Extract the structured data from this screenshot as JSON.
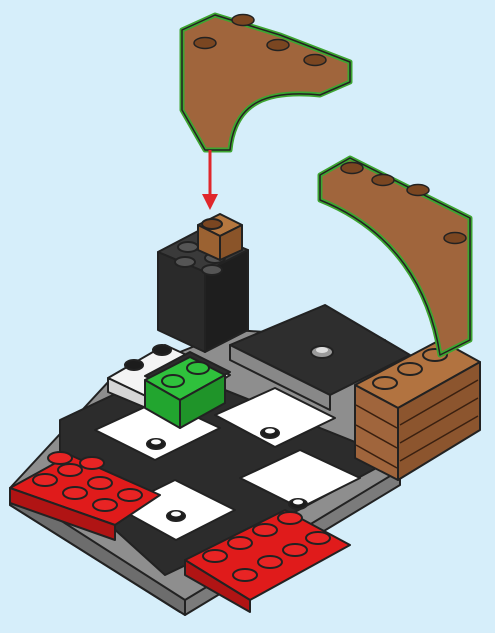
{
  "background_color": "#d6eefa",
  "instruction_step": {
    "action": "attach-arch-to-brick",
    "arrow_color": "#e0262b",
    "highlight_color": "#3da531"
  },
  "colors": {
    "tan": "#a0653c",
    "black": "#2a2a2a",
    "white": "#ffffff",
    "red": "#e01b1b",
    "green": "#2fc13c",
    "grey": "#9a9a9a"
  },
  "parts": [
    {
      "id": "arch-new",
      "color_name": "tan",
      "state": "being-added"
    },
    {
      "id": "arch-right",
      "color_name": "tan",
      "state": "placed"
    },
    {
      "id": "brick-wall",
      "color_name": "tan",
      "state": "placed"
    },
    {
      "id": "black-tower",
      "color_name": "black",
      "state": "placed"
    },
    {
      "id": "green-brick",
      "color_name": "green",
      "state": "placed"
    },
    {
      "id": "red-plate-left",
      "color_name": "red",
      "state": "placed"
    },
    {
      "id": "red-plate-right",
      "color_name": "red",
      "state": "placed"
    },
    {
      "id": "checkerboard-floor",
      "color_name": "black-white",
      "state": "placed"
    }
  ]
}
